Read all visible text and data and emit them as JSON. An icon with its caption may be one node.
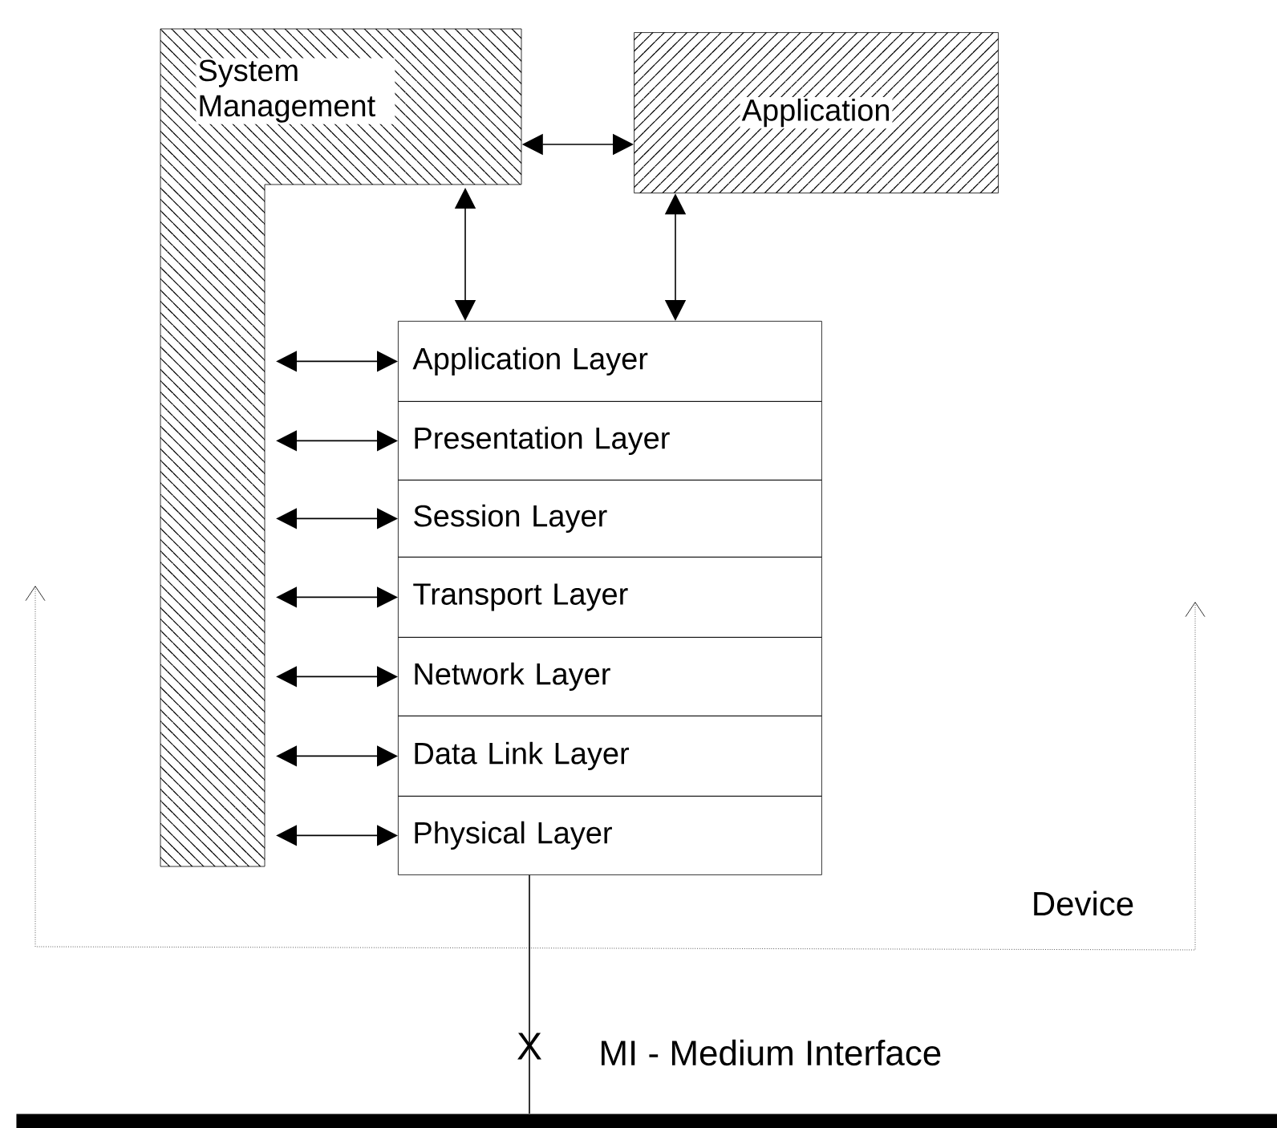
{
  "diagram": {
    "nodes": [
      {
        "text": [
          "System Management"
        ]
      },
      {
        "text": [
          "Application"
        ]
      },
      {
        "text": [
          "Application Layer"
        ]
      },
      {
        "text": [
          "Presentation Layer"
        ]
      },
      {
        "text": [
          "Session Layer"
        ]
      },
      {
        "text": [
          "Transport Layer"
        ]
      },
      {
        "text": [
          "Network Layer"
        ]
      },
      {
        "text": [
          "Data Link Layer"
        ]
      },
      {
        "text": [
          "Physical Layer"
        ]
      },
      {
        "text": [],
        "shape": "bar"
      }
    ],
    "edges": [
      {
        "from": 0,
        "to": 1,
        "arrow": "both"
      },
      {
        "from": 0,
        "to": 2,
        "arrow": "both"
      },
      {
        "from": 1,
        "to": 2,
        "arrow": "both"
      },
      {
        "from": 0,
        "to": 2,
        "arrow": "both"
      },
      {
        "from": 0,
        "to": 3,
        "arrow": "both"
      },
      {
        "from": 0,
        "to": 4,
        "arrow": "both"
      },
      {
        "from": 0,
        "to": 5,
        "arrow": "both"
      },
      {
        "from": 0,
        "to": 6,
        "arrow": "both"
      },
      {
        "from": 0,
        "to": 7,
        "arrow": "both"
      },
      {
        "from": 0,
        "to": 8,
        "arrow": "both"
      },
      {
        "from": 8,
        "to": 9,
        "arrow": "none"
      }
    ],
    "labels": [
      "Device",
      "X",
      "MI - Medium Interface"
    ]
  }
}
